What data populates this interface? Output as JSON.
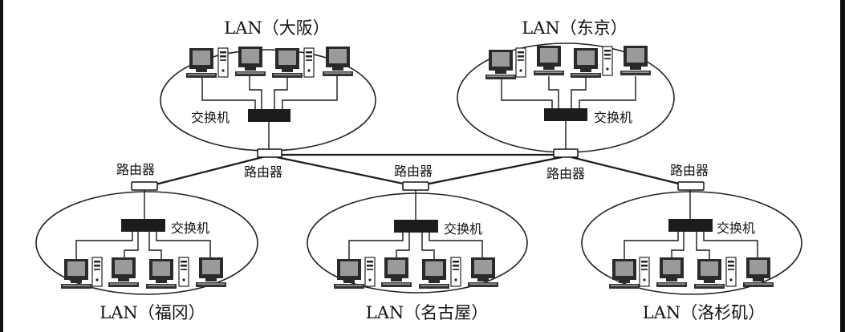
{
  "lans": {
    "osaka": {
      "title": "LAN（大阪）",
      "switch_label": "交换机"
    },
    "tokyo": {
      "title": "LAN（东京）",
      "switch_label": "交换机"
    },
    "fukuoka": {
      "title": "LAN（福冈）",
      "switch_label": "交换机"
    },
    "nagoya": {
      "title": "LAN（名古屋）",
      "switch_label": "交换机"
    },
    "la": {
      "title": "LAN（洛杉矶）",
      "switch_label": "交换机"
    }
  },
  "routers": {
    "fukuoka_label": "路由器",
    "osaka_label": "路由器",
    "nagoya_label": "路由器",
    "tokyo_label": "路由器",
    "la_label": "路由器"
  }
}
